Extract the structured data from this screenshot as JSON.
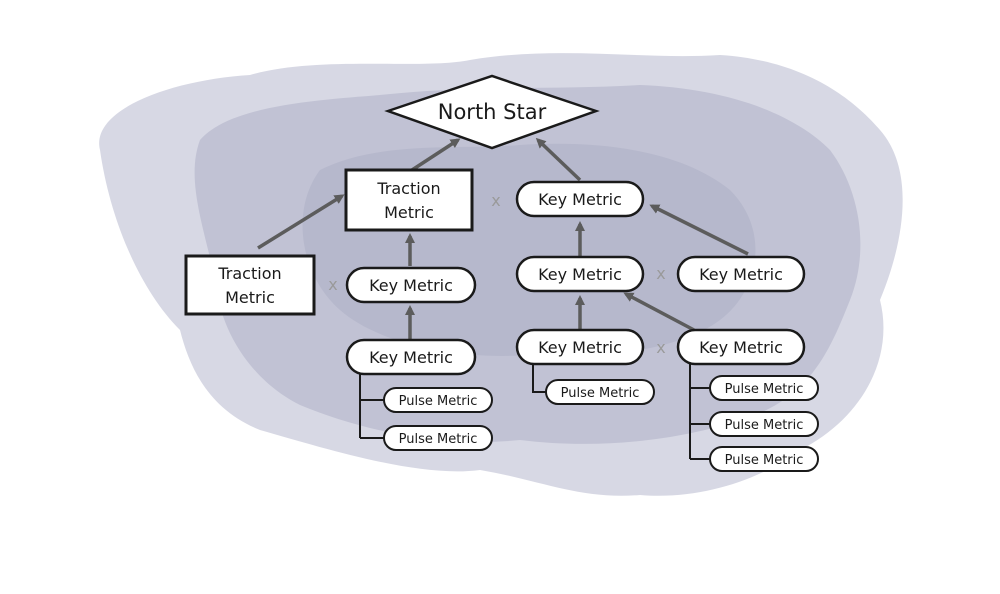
{
  "diagram": {
    "north_star": "North Star",
    "traction_top": [
      "Traction",
      "Metric"
    ],
    "traction_left": [
      "Traction",
      "Metric"
    ],
    "key_metric": "Key Metric",
    "pulse_metric": "Pulse Metric",
    "multiply_symbol": "x"
  },
  "colors": {
    "cloud": "#b9bccf",
    "arrow": "#5c5c5c",
    "node_border": "#1a1a1a"
  }
}
